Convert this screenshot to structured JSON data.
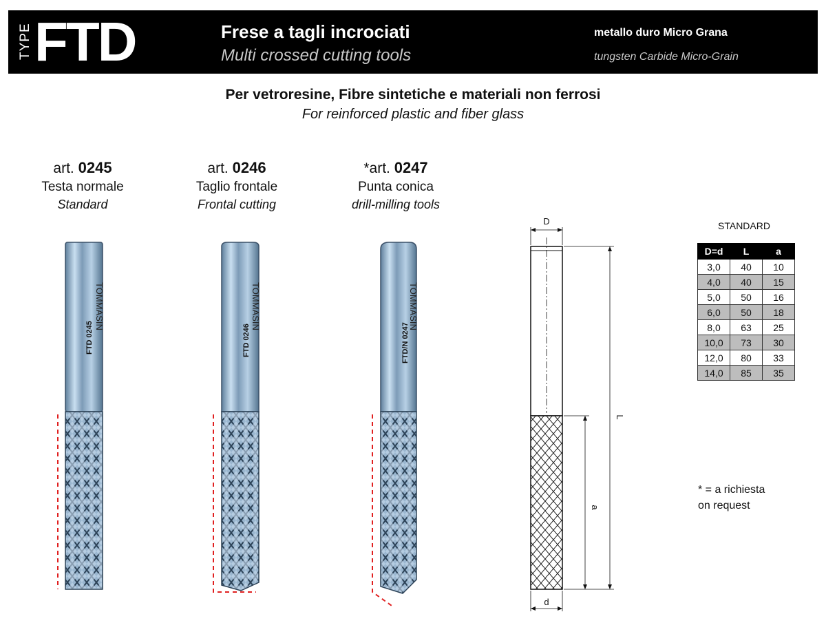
{
  "header": {
    "type_label": "TYPE",
    "code": "FTD",
    "title_it": "Frese a tagli incrociati",
    "title_en": "Multi crossed cutting tools",
    "material_it": "metallo duro Micro Grana",
    "material_en": "tungsten Carbide Micro-Grain"
  },
  "subtitle": {
    "it": "Per vetroresine, Fibre sintetiche e materiali non ferrosi",
    "en": "For reinforced plastic and fiber glass"
  },
  "articles": [
    {
      "prefix": "art.",
      "number": "0245",
      "name_it": "Testa normale",
      "name_en": "Standard",
      "marking": "FTD 0245",
      "brand": "TOMMASIN"
    },
    {
      "prefix": "art.",
      "number": "0246",
      "name_it": "Taglio frontale",
      "name_en": "Frontal cutting",
      "marking": "FTD 0246",
      "brand": "TOMMASIN"
    },
    {
      "prefix": "*art.",
      "number": "0247",
      "name_it": "Punta conica",
      "name_en": "drill-milling tools",
      "marking": "FTD/N 0247",
      "brand": "TOMMASIN"
    }
  ],
  "drawing": {
    "label_D": "D",
    "label_d": "d",
    "label_L": "L",
    "label_a": "a"
  },
  "table": {
    "caption": "STANDARD",
    "headers": [
      "D=d",
      "L",
      "a"
    ],
    "rows": [
      [
        "3,0",
        "40",
        "10"
      ],
      [
        "4,0",
        "40",
        "15"
      ],
      [
        "5,0",
        "50",
        "16"
      ],
      [
        "6,0",
        "50",
        "18"
      ],
      [
        "8,0",
        "63",
        "25"
      ],
      [
        "10,0",
        "73",
        "30"
      ],
      [
        "12,0",
        "80",
        "33"
      ],
      [
        "14,0",
        "85",
        "35"
      ]
    ]
  },
  "note": {
    "line1": "* = a richiesta",
    "line2": "on request"
  },
  "colors": {
    "header_bg": "#000000",
    "shank": "#a8c4dc",
    "cut_line": "#e02020",
    "table_shade": "#bdbdbd"
  }
}
